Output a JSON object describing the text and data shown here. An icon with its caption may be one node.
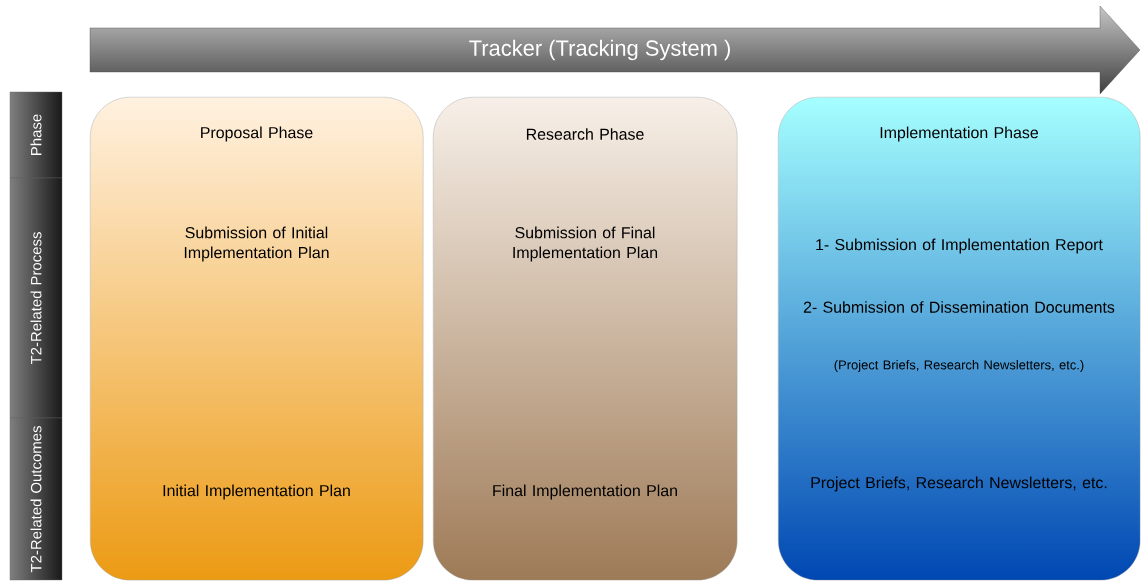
{
  "diagram": {
    "nodes": [
      {
        "text": [
          "Tracker (Tracking System )"
        ]
      },
      {
        "text": [
          "Phase"
        ]
      },
      {
        "text": [
          "T2-Related Process"
        ]
      },
      {
        "text": [
          "T2-Related Outcomes"
        ]
      },
      {
        "text": [
          "Proposal Phase",
          "Submission of Initial Implementation Plan",
          "Initial Implementation Plan"
        ]
      },
      {
        "text": [
          "Research Phase",
          "Submission of Final Implementation Plan",
          "Final Implementation Plan"
        ]
      },
      {
        "text": [
          "Implementation Phase",
          "1- Submission of Implementation Report",
          "2- Submission of Dissemination Documents",
          "(Project Briefs, Research Newsletters, etc.)",
          "Project Briefs, Research Newsletters, etc."
        ]
      }
    ]
  }
}
